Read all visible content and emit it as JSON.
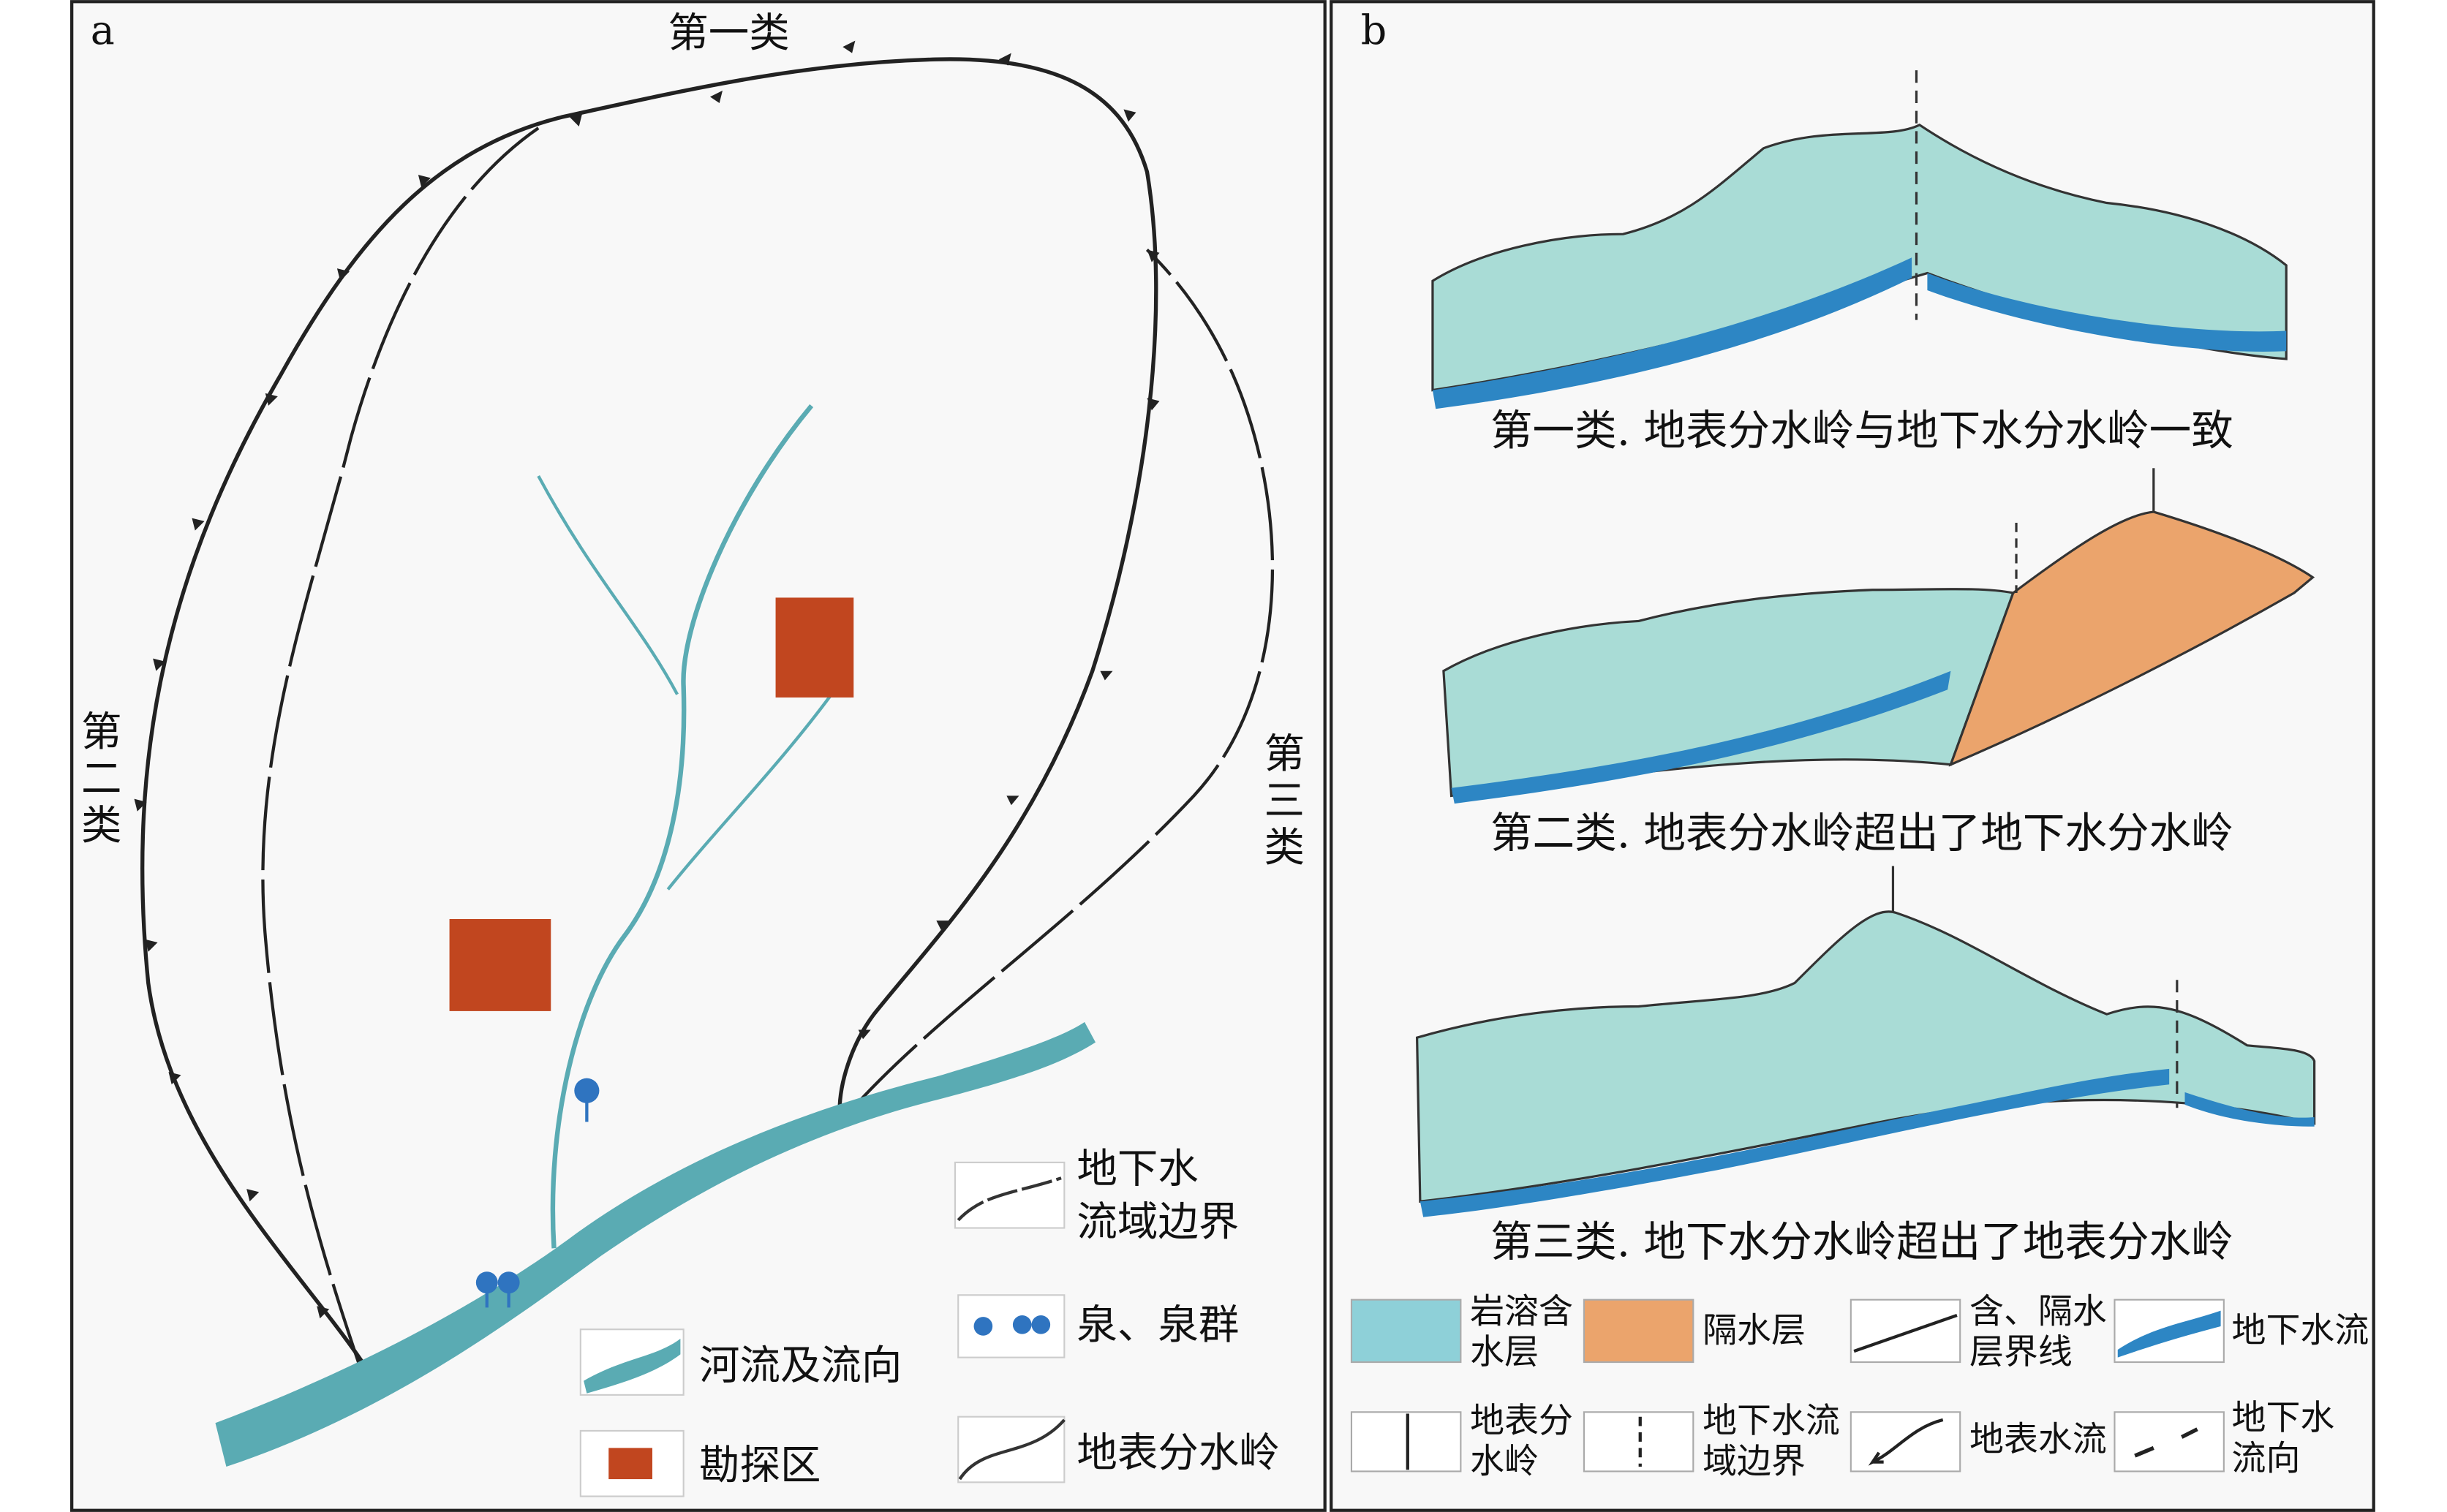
{
  "panel_a": {
    "label": "a",
    "type_1": "第一类",
    "type_2": [
      "第",
      "二",
      "类"
    ],
    "type_3": [
      "第",
      "三",
      "类"
    ],
    "legend": {
      "groundwater_boundary": [
        "地下水",
        "流域边界"
      ],
      "springs": "泉、泉群",
      "river": "河流及流向",
      "surface_divide": "地表分水岭",
      "exploration_area": "勘探区"
    },
    "colors": {
      "river": "#5aabb3",
      "exploration": "#c1461f",
      "spring": "#2f74c0"
    }
  },
  "panel_b": {
    "label": "b",
    "captions": [
      "第一类. 地表分水岭与地下水分水岭一致",
      "第二类. 地表分水岭超出了地下水分水岭",
      "第三类. 地下水分水岭超出了地表分水岭"
    ],
    "legend": {
      "karst_aquifer": [
        "岩溶含",
        "水层"
      ],
      "aquiclude": "隔水层",
      "aquifer_boundary_line": [
        "含、隔水",
        "层界线"
      ],
      "groundwater_flow": "地下水流",
      "surface_divide": [
        "地表分",
        "水岭"
      ],
      "groundwater_basin_boundary": [
        "地下水流",
        "域边界"
      ],
      "surface_flow": "地表水流",
      "groundwater_direction": [
        "地下水",
        "流向"
      ]
    },
    "colors": {
      "aquifer": "#a9dcd6",
      "aquiclude": "#eba46c",
      "groundwater": "#2d86c4"
    }
  }
}
